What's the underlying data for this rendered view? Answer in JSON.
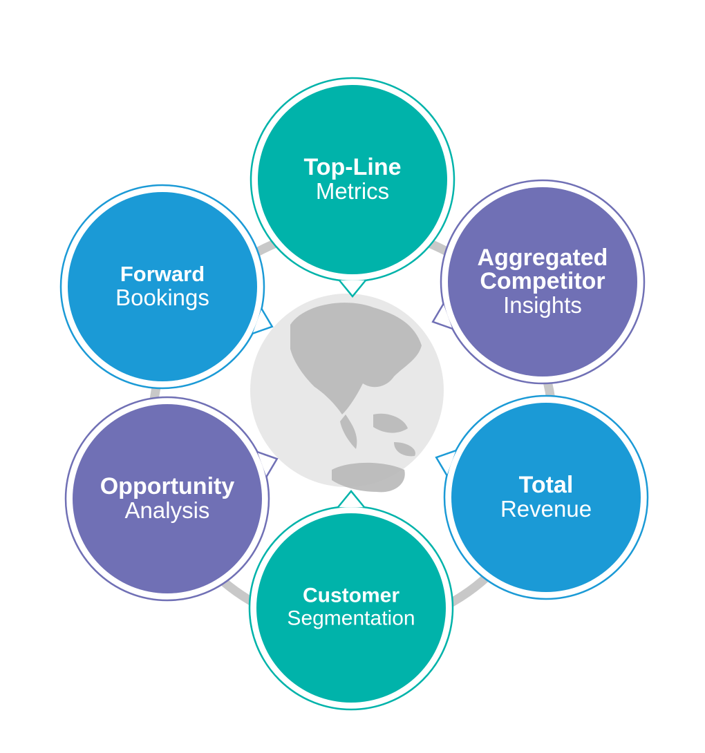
{
  "colors": {
    "teal": "#00b3aa",
    "blue": "#1b9ad6",
    "purple": "#7070b5",
    "ring": "#c8c8c8",
    "globe": "#d6d6d6",
    "continent": "#b8b8b8"
  },
  "nodes": [
    {
      "id": "top-line-metrics",
      "bold": "Top-Line",
      "regular": "Metrics",
      "color": "teal"
    },
    {
      "id": "aggregated-competitor-insights",
      "bold": "Aggregated",
      "bold2": "Competitor",
      "regular": "Insights",
      "color": "purple"
    },
    {
      "id": "total-revenue",
      "bold": "Total",
      "regular": "Revenue",
      "color": "blue"
    },
    {
      "id": "customer-segmentation",
      "bold": "Customer",
      "regular": "Segmentation",
      "color": "teal"
    },
    {
      "id": "opportunity-analysis",
      "bold": "Opportunity",
      "regular": "Analysis",
      "color": "purple"
    },
    {
      "id": "forward-bookings",
      "bold": "Forward",
      "regular": "Bookings",
      "color": "blue"
    }
  ],
  "center": {
    "icon": "globe-icon"
  }
}
